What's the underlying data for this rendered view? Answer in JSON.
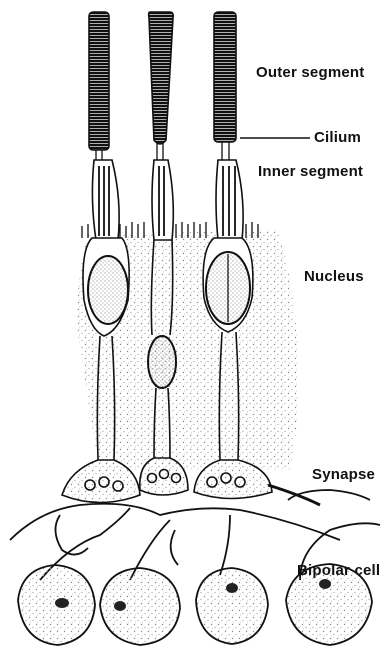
{
  "labels": {
    "outer_segment": "Outer segment",
    "cilium": "Cilium",
    "inner_segment": "Inner segment",
    "nucleus": "Nucleus",
    "synapse": "Synapse",
    "bipolar_cell": "Bipolar cell"
  },
  "colors": {
    "ink": "#111111",
    "stipple": "#9a9a9a",
    "background": "#ffffff"
  }
}
